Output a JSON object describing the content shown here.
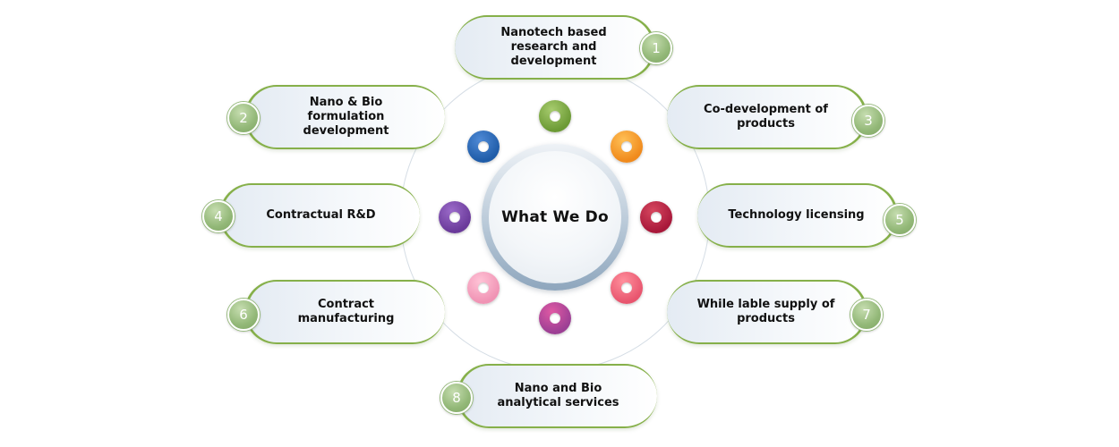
{
  "center": {
    "title": "What We Do"
  },
  "services": [
    {
      "number": "1",
      "label": "Nanotech based research and development"
    },
    {
      "number": "2",
      "label": "Nano & Bio formulation development"
    },
    {
      "number": "3",
      "label": "Co-development of products"
    },
    {
      "number": "4",
      "label": "Contractual R&D"
    },
    {
      "number": "5",
      "label": "Technology licensing"
    },
    {
      "number": "6",
      "label": "Contract manufacturing"
    },
    {
      "number": "7",
      "label": "While lable supply of products"
    },
    {
      "number": "8",
      "label": "Nano and Bio analytical services"
    }
  ],
  "colors": {
    "accent_green": "#86b04a",
    "badge_green": "#93b878",
    "hub_steel": "#8ea6bd",
    "dots": [
      "#6c9a35",
      "#f08a1c",
      "#a8183a",
      "#e8556e",
      "#9c3f94",
      "#f093b4",
      "#6a3a9a",
      "#1f5ca8"
    ]
  }
}
